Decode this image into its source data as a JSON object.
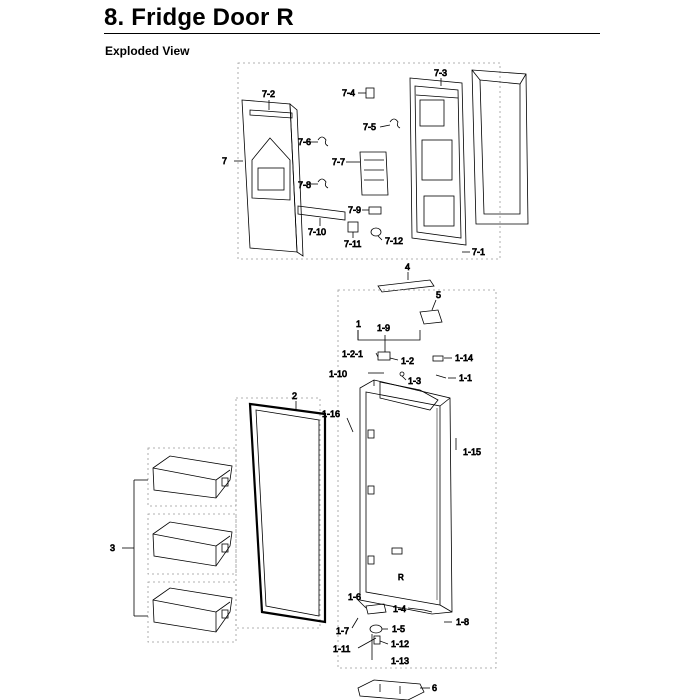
{
  "page": {
    "title": "8.  Fridge Door R",
    "subtitle": "Exploded View"
  },
  "callouts": {
    "c7": "7",
    "c7_1": "7-1",
    "c7_2": "7-2",
    "c7_3": "7-3",
    "c7_4": "7-4",
    "c7_5": "7-5",
    "c7_6": "7-6",
    "c7_7": "7-7",
    "c7_8": "7-8",
    "c7_9": "7-9",
    "c7_10": "7-10",
    "c7_11": "7-11",
    "c7_12": "7-12",
    "c4": "4",
    "c5": "5",
    "c1": "1",
    "c1_9": "1-9",
    "c1_2_1": "1-2-1",
    "c1_2": "1-2",
    "c1_14": "1-14",
    "c1_10": "1-10",
    "c1_3": "1-3",
    "c1_1": "1-1",
    "c2": "2",
    "c1_16": "1-16",
    "c1_15": "1-15",
    "c3": "3",
    "c1_6": "1-6",
    "c1_4": "1-4",
    "c1_7": "1-7",
    "c1_5": "1-5",
    "c1_8": "1-8",
    "c1_12": "1-12",
    "c1_11": "1-11",
    "c1_13": "1-13",
    "c6": "6"
  },
  "door_marking": "R"
}
